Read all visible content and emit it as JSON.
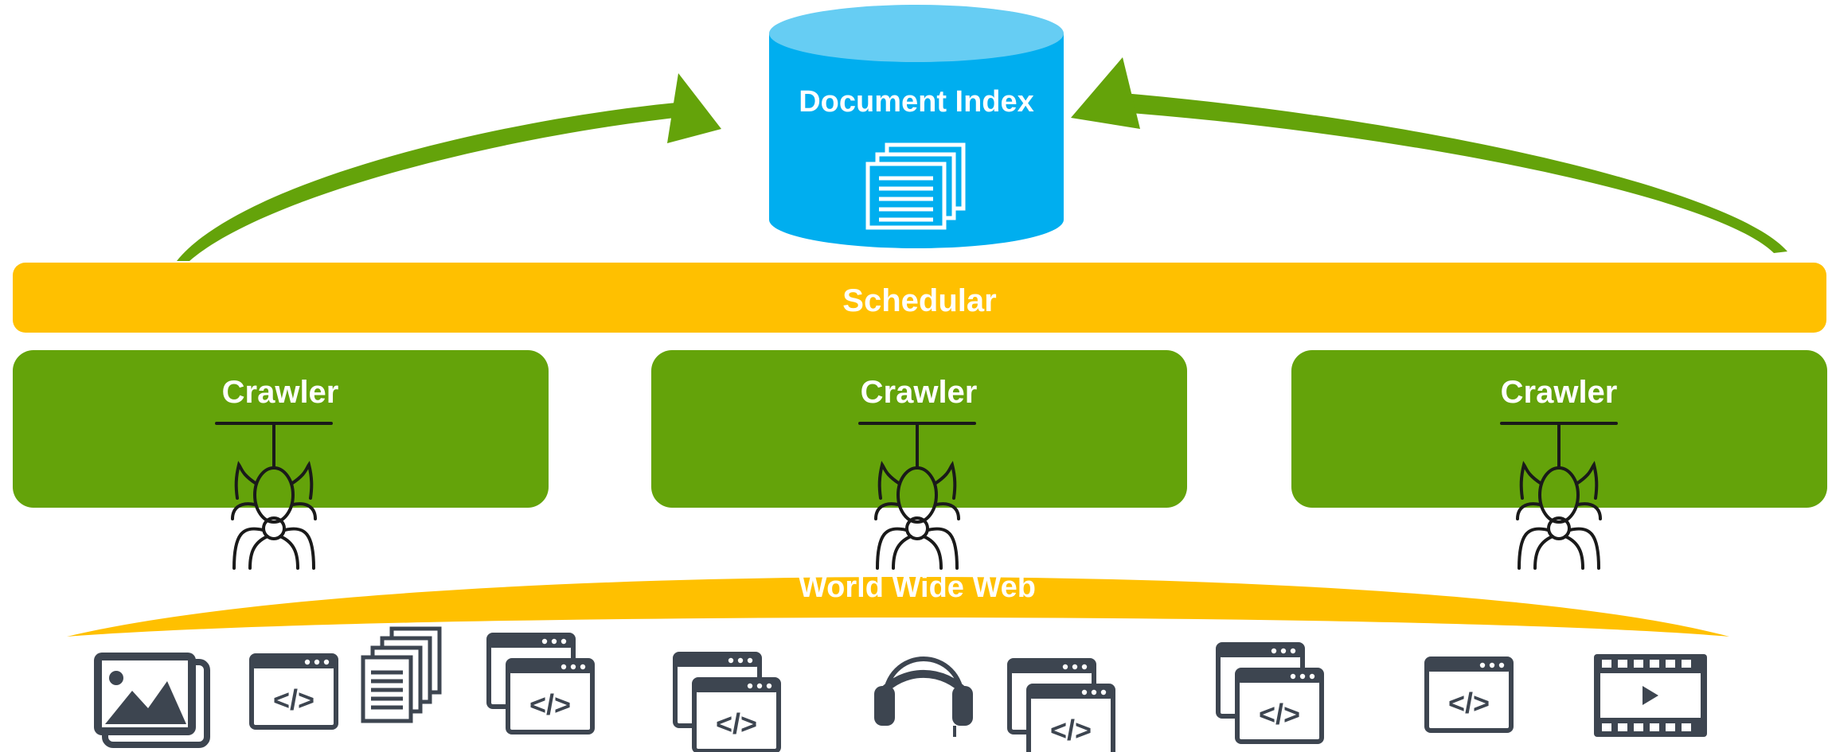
{
  "index": {
    "label": "Document Index",
    "icon": "document-stack-icon",
    "top_color": "#66cdf3",
    "body_color": "#00aeef"
  },
  "scheduler": {
    "label": "Schedular",
    "color": "#ffc000"
  },
  "crawlers": [
    {
      "label": "Crawler",
      "icon": "spider-icon"
    },
    {
      "label": "Crawler",
      "icon": "spider-icon"
    },
    {
      "label": "Crawler",
      "icon": "spider-icon"
    }
  ],
  "crawler_color": "#64a30a",
  "arrow_color": "#64a30a",
  "web": {
    "label": "World Wide Web",
    "color": "#ffc000"
  },
  "resources": [
    {
      "icon": "image-gallery-icon"
    },
    {
      "icon": "code-window-icon"
    },
    {
      "icon": "document-stack-icon"
    },
    {
      "icon": "code-windows-icon"
    },
    {
      "icon": "code-windows-icon"
    },
    {
      "icon": "headphones-icon"
    },
    {
      "icon": "code-windows-icon"
    },
    {
      "icon": "code-windows-icon"
    },
    {
      "icon": "code-window-icon"
    },
    {
      "icon": "video-film-icon"
    }
  ],
  "icon_color": "#3d4550"
}
